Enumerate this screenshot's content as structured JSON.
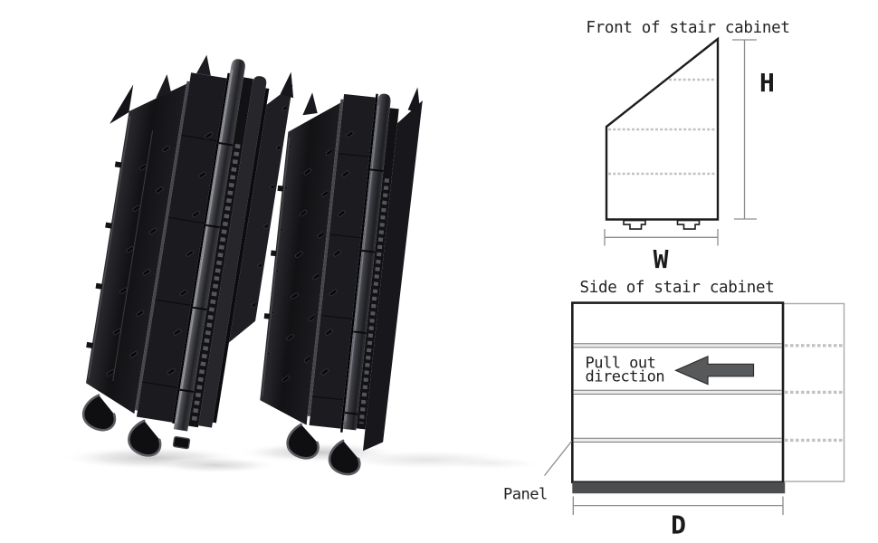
{
  "product_photo": {
    "description": "two-black-folded-drawer-slide-rails-standing-on-white-floor"
  },
  "front_diagram": {
    "title": "Front of stair cabinet",
    "height_label": "H",
    "width_label": "W"
  },
  "side_diagram": {
    "title": "Side of stair cabinet",
    "pull_out_line1": "Pull out",
    "pull_out_line2": "direction",
    "panel_label": "Panel",
    "depth_label": "D"
  },
  "colors": {
    "outline_black": "#1c1c1c",
    "dimension_gray": "#8d8d8d",
    "hatch_gray": "#c2c2c2",
    "arrow_gray": "#58595b",
    "panel_gray": "#4c4d4f",
    "slide_black": "#141417"
  }
}
